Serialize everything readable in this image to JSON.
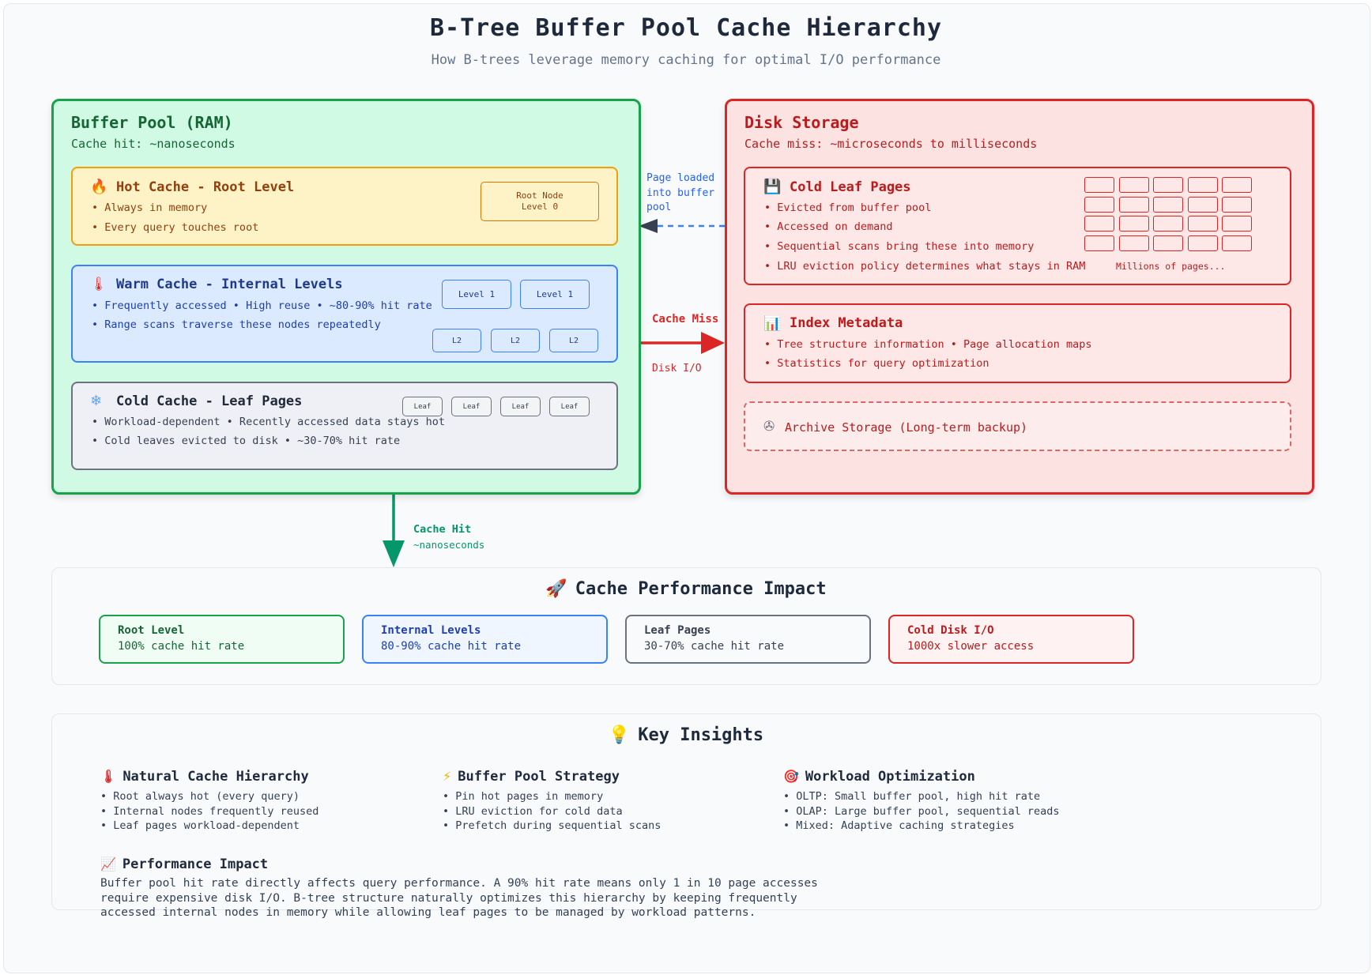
{
  "title": "B-Tree Buffer Pool Cache Hierarchy",
  "subtitle": "How B-trees leverage memory caching for optimal I/O performance",
  "colors": {
    "ram_border": "#16a34a",
    "disk_border": "#dc2626",
    "hot_border": "#f59e0b",
    "warm_border": "#3b82f6",
    "cold_border": "#6b7280",
    "load_arrow": "#3b82f6",
    "hit_arrow": "#059669"
  },
  "buffer_pool": {
    "title": "Buffer Pool (RAM)",
    "subtitle": "Cache hit: ~nanoseconds",
    "hot": {
      "icon": "fire-icon",
      "title": "Hot Cache - Root Level",
      "bullets": [
        "• Always in memory",
        "• Every query touches root"
      ],
      "node_line1": "Root Node",
      "node_line2": "Level 0"
    },
    "warm": {
      "icon": "thermometer-icon",
      "title": "Warm Cache - Internal Levels",
      "bullets": [
        "• Frequently accessed • High reuse • ~80-90% hit rate",
        "• Range scans traverse these nodes repeatedly"
      ],
      "level1_nodes": [
        "Level 1",
        "Level 1"
      ],
      "level2_nodes": [
        "L2",
        "L2",
        "L2"
      ]
    },
    "cold": {
      "icon": "snowflake-icon",
      "title": "Cold Cache - Leaf Pages",
      "bullets": [
        "• Workload-dependent • Recently accessed data stays hot",
        "• Cold leaves evicted to disk • ~30-70% hit rate"
      ],
      "leaf_nodes": [
        "Leaf",
        "Leaf",
        "Leaf",
        "Leaf"
      ]
    }
  },
  "disk": {
    "title": "Disk Storage",
    "subtitle": "Cache miss: ~microseconds to milliseconds",
    "cold_leaf": {
      "icon": "floppy-disk-icon",
      "title": "Cold Leaf Pages",
      "bullets": [
        "• Evicted from buffer pool",
        "• Accessed on demand",
        "• Sequential scans bring these into memory",
        "• LRU eviction policy determines what stays in RAM"
      ],
      "grid_caption": "Millions of pages..."
    },
    "metadata": {
      "icon": "bar-chart-icon",
      "title": "Index Metadata",
      "bullets": [
        "• Tree structure information • Page allocation maps",
        "• Statistics for query optimization"
      ]
    },
    "archive": {
      "icon": "tape-reel-icon",
      "label": "Archive Storage (Long-term backup)"
    }
  },
  "arrows": {
    "load_lines": [
      "Page loaded",
      "into buffer",
      "pool"
    ],
    "miss_label": "Cache Miss",
    "miss_sub": "Disk I/O",
    "hit_label": "Cache Hit",
    "hit_sub": "~nanoseconds"
  },
  "performance": {
    "icon": "rocket-icon",
    "title": "Cache Performance Impact",
    "cards": [
      {
        "title": "Root Level",
        "value": "100% cache hit rate",
        "border": "#16a34a",
        "bg": "#f0fdf4",
        "text": "#166534"
      },
      {
        "title": "Internal Levels",
        "value": "80-90% cache hit rate",
        "border": "#3b82f6",
        "bg": "#eff6ff",
        "text": "#1e40af"
      },
      {
        "title": "Leaf Pages",
        "value": "30-70% cache hit rate",
        "border": "#6b7280",
        "bg": "#f8fafc",
        "text": "#374151"
      },
      {
        "title": "Cold Disk I/O",
        "value": "1000x slower access",
        "border": "#dc2626",
        "bg": "#fef2f2",
        "text": "#b91c1c"
      }
    ]
  },
  "insights": {
    "icon": "lightbulb-icon",
    "title": "Key Insights",
    "columns": [
      {
        "icon": "thermometer-icon",
        "heading": "Natural Cache Hierarchy",
        "items": [
          "• Root always hot (every query)",
          "• Internal nodes frequently reused",
          "• Leaf pages workload-dependent"
        ]
      },
      {
        "icon": "lightning-icon",
        "heading": "Buffer Pool Strategy",
        "items": [
          "• Pin hot pages in memory",
          "• LRU eviction for cold data",
          "• Prefetch during sequential scans"
        ]
      },
      {
        "icon": "target-icon",
        "heading": "Workload Optimization",
        "items": [
          "• OLTP: Small buffer pool, high hit rate",
          "• OLAP: Large buffer pool, sequential reads",
          "• Mixed: Adaptive caching strategies"
        ]
      }
    ],
    "impact": {
      "icon": "chart-up-icon",
      "heading": "Performance Impact",
      "lines": [
        "Buffer pool hit rate directly affects query performance. A 90% hit rate means only 1 in 10 page accesses",
        "require expensive disk I/O. B-tree structure naturally optimizes this hierarchy by keeping frequently",
        "accessed internal nodes in memory while allowing leaf pages to be managed by workload patterns."
      ]
    }
  }
}
